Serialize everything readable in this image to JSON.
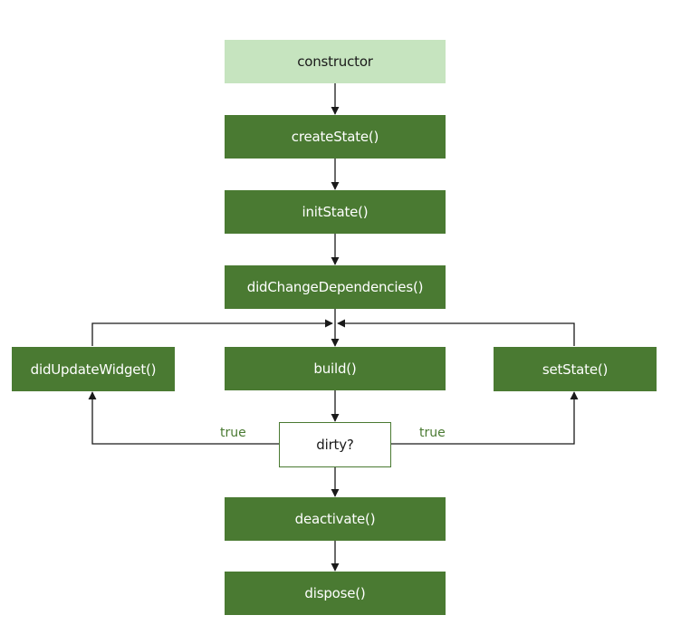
{
  "colors": {
    "node_fill": "#4a7a32",
    "node_fill_light": "#c6e4bf",
    "decision_border": "#4a7a32",
    "edge": "#1a1a1a",
    "edge_label": "#4a7a32"
  },
  "nodes": {
    "constructor": "constructor",
    "createState": "createState()",
    "initState": "initState()",
    "didChangeDependencies": "didChangeDependencies()",
    "didUpdateWidget": "didUpdateWidget()",
    "build": "build()",
    "setState": "setState()",
    "dirty": "dirty?",
    "deactivate": "deactivate()",
    "dispose": "dispose()"
  },
  "edges": [
    {
      "from": "constructor",
      "to": "createState"
    },
    {
      "from": "createState",
      "to": "initState"
    },
    {
      "from": "initState",
      "to": "didChangeDependencies"
    },
    {
      "from": "didChangeDependencies",
      "to": "build"
    },
    {
      "from": "build",
      "to": "dirty"
    },
    {
      "from": "dirty",
      "to": "didUpdateWidget",
      "label": "true"
    },
    {
      "from": "dirty",
      "to": "setState",
      "label": "true"
    },
    {
      "from": "didUpdateWidget",
      "to": "build"
    },
    {
      "from": "setState",
      "to": "build"
    },
    {
      "from": "dirty",
      "to": "deactivate"
    },
    {
      "from": "deactivate",
      "to": "dispose"
    }
  ],
  "edge_labels": {
    "dirty_to_didUpdateWidget": "true",
    "dirty_to_setState": "true"
  }
}
